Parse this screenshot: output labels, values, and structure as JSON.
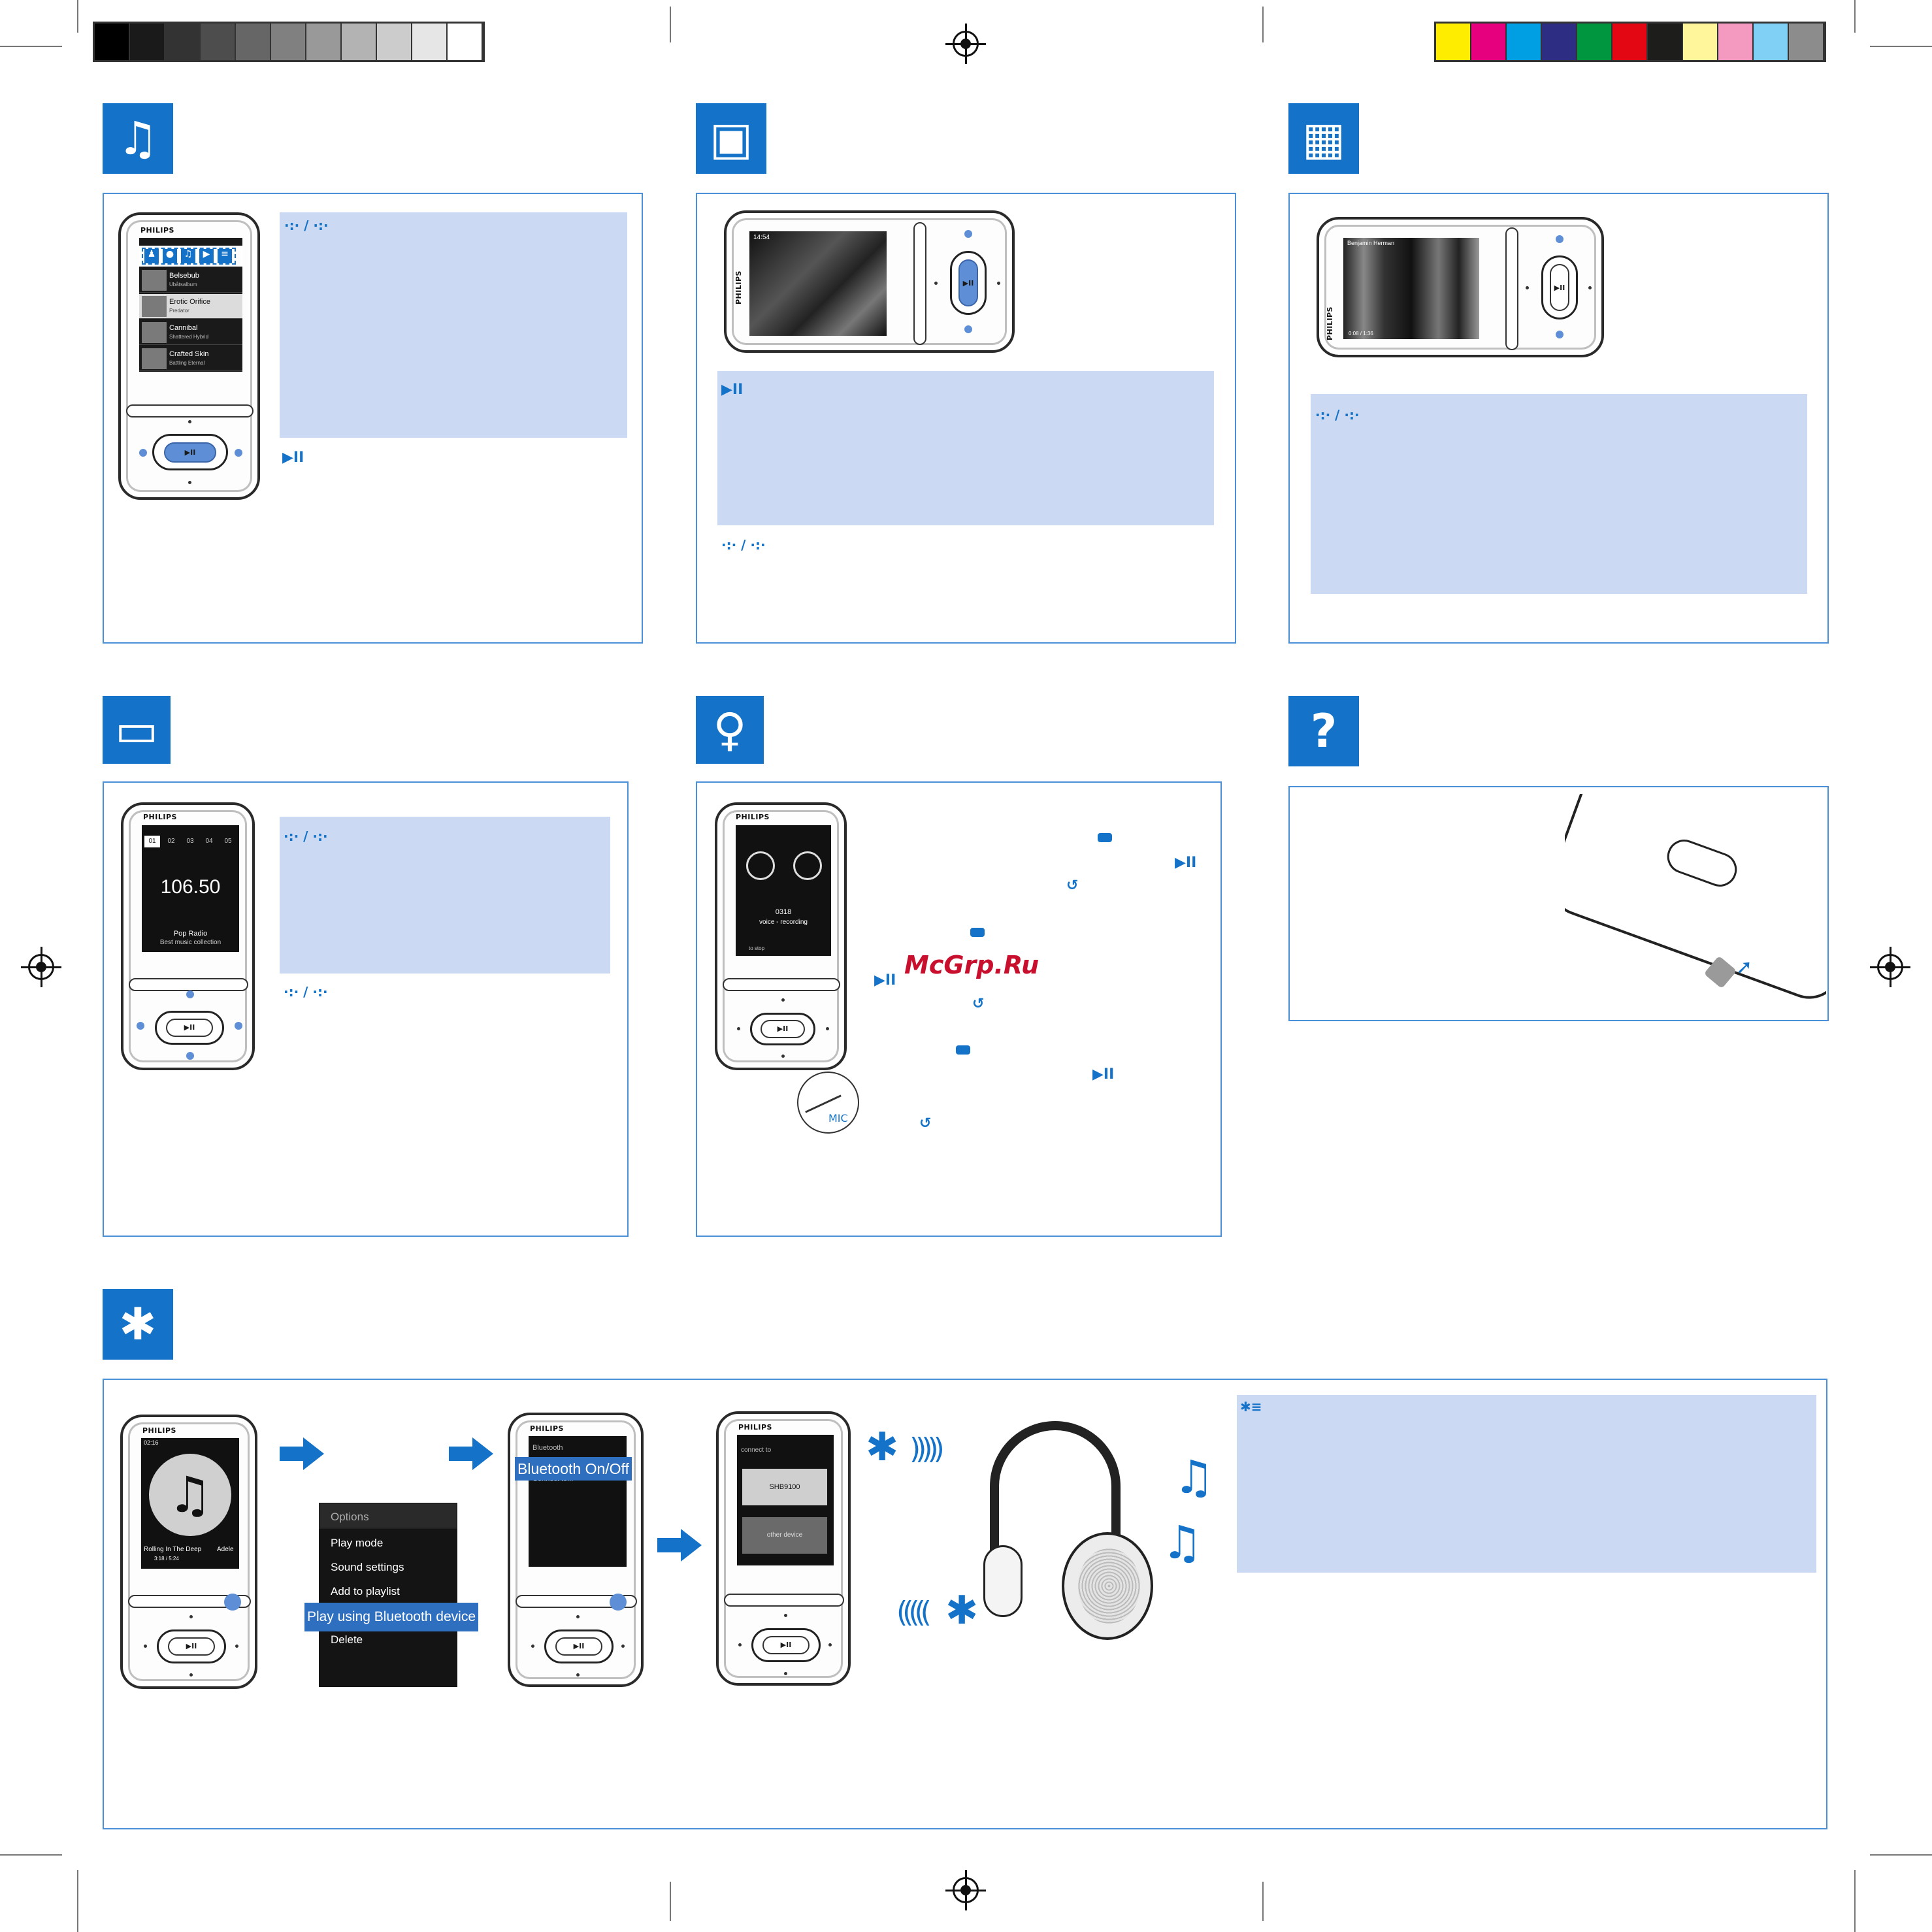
{
  "brand": "PHILIPS",
  "watermark": "McGrp.Ru",
  "colors": {
    "accent": "#1473c8",
    "fill": "#ccd9f2",
    "highlight": "#2f6fc0"
  },
  "color_bar": [
    "#ffed00",
    "#e6007e",
    "#009fe3",
    "#2d2e83",
    "#009640",
    "#e30613",
    "#1d1d1b",
    "#fff59b",
    "#f49ac1",
    "#7fd0f4",
    "#8c8c8c"
  ],
  "grey_bar": [
    "#000000",
    "#1a1a1a",
    "#333333",
    "#4d4d4d",
    "#666666",
    "#808080",
    "#999999",
    "#b3b3b3",
    "#cccccc",
    "#e6e6e6",
    "#ffffff"
  ],
  "sections": {
    "music": {
      "icon": "music-note-icon",
      "screen_rows": [
        {
          "title": "Belsebub",
          "sub": "Ubåtsalbum"
        },
        {
          "title": "Erotic Orifice",
          "sub": "Predator"
        },
        {
          "title": "Cannibal",
          "sub": "Shattered Hybrid"
        },
        {
          "title": "Crafted Skin",
          "sub": "Battling Eternal"
        }
      ],
      "slash": "/",
      "play_symbol": "▶II"
    },
    "pictures": {
      "icon": "picture-icon",
      "play_symbol": "▶II",
      "slash": "/",
      "screen_time": "14:54"
    },
    "video": {
      "icon": "video-icon",
      "slash": "/",
      "screen_title": "Benjamin Herman",
      "screen_time": "0:08 / 1:36"
    },
    "radio": {
      "icon": "radio-icon",
      "slash": "/",
      "presets": [
        "01",
        "02",
        "03",
        "04",
        "05"
      ],
      "frequency": "106.50",
      "station": "Pop Radio",
      "station_sub": "Best music collection"
    },
    "recording": {
      "icon": "microphone-icon",
      "counter": "0318",
      "status": "voice - recording",
      "footer": "to stop",
      "mic_label": "MIC",
      "play_symbol": "▶II",
      "back_symbol": "↺"
    },
    "help": {
      "icon": "question-icon",
      "symbol": "?"
    },
    "bluetooth": {
      "icon": "bluetooth-icon",
      "now_playing": {
        "time": "02:16",
        "title": "Rolling In The Deep",
        "artist": "Adele",
        "progress": "3:18 / 5:24"
      },
      "options_menu": {
        "title": "Options",
        "items": [
          "Play mode",
          "Sound settings",
          "Add to playlist",
          "Play using Bluetooth device",
          "Delete"
        ],
        "selected": "Play using Bluetooth device"
      },
      "bt_menu": {
        "title": "Bluetooth",
        "selected": "Bluetooth On/Off",
        "next": "Connect to..."
      },
      "connect_menu": {
        "title": "connect to",
        "device": "SHB9100",
        "other": "other device"
      },
      "menu_key_label": "✱≡"
    }
  }
}
